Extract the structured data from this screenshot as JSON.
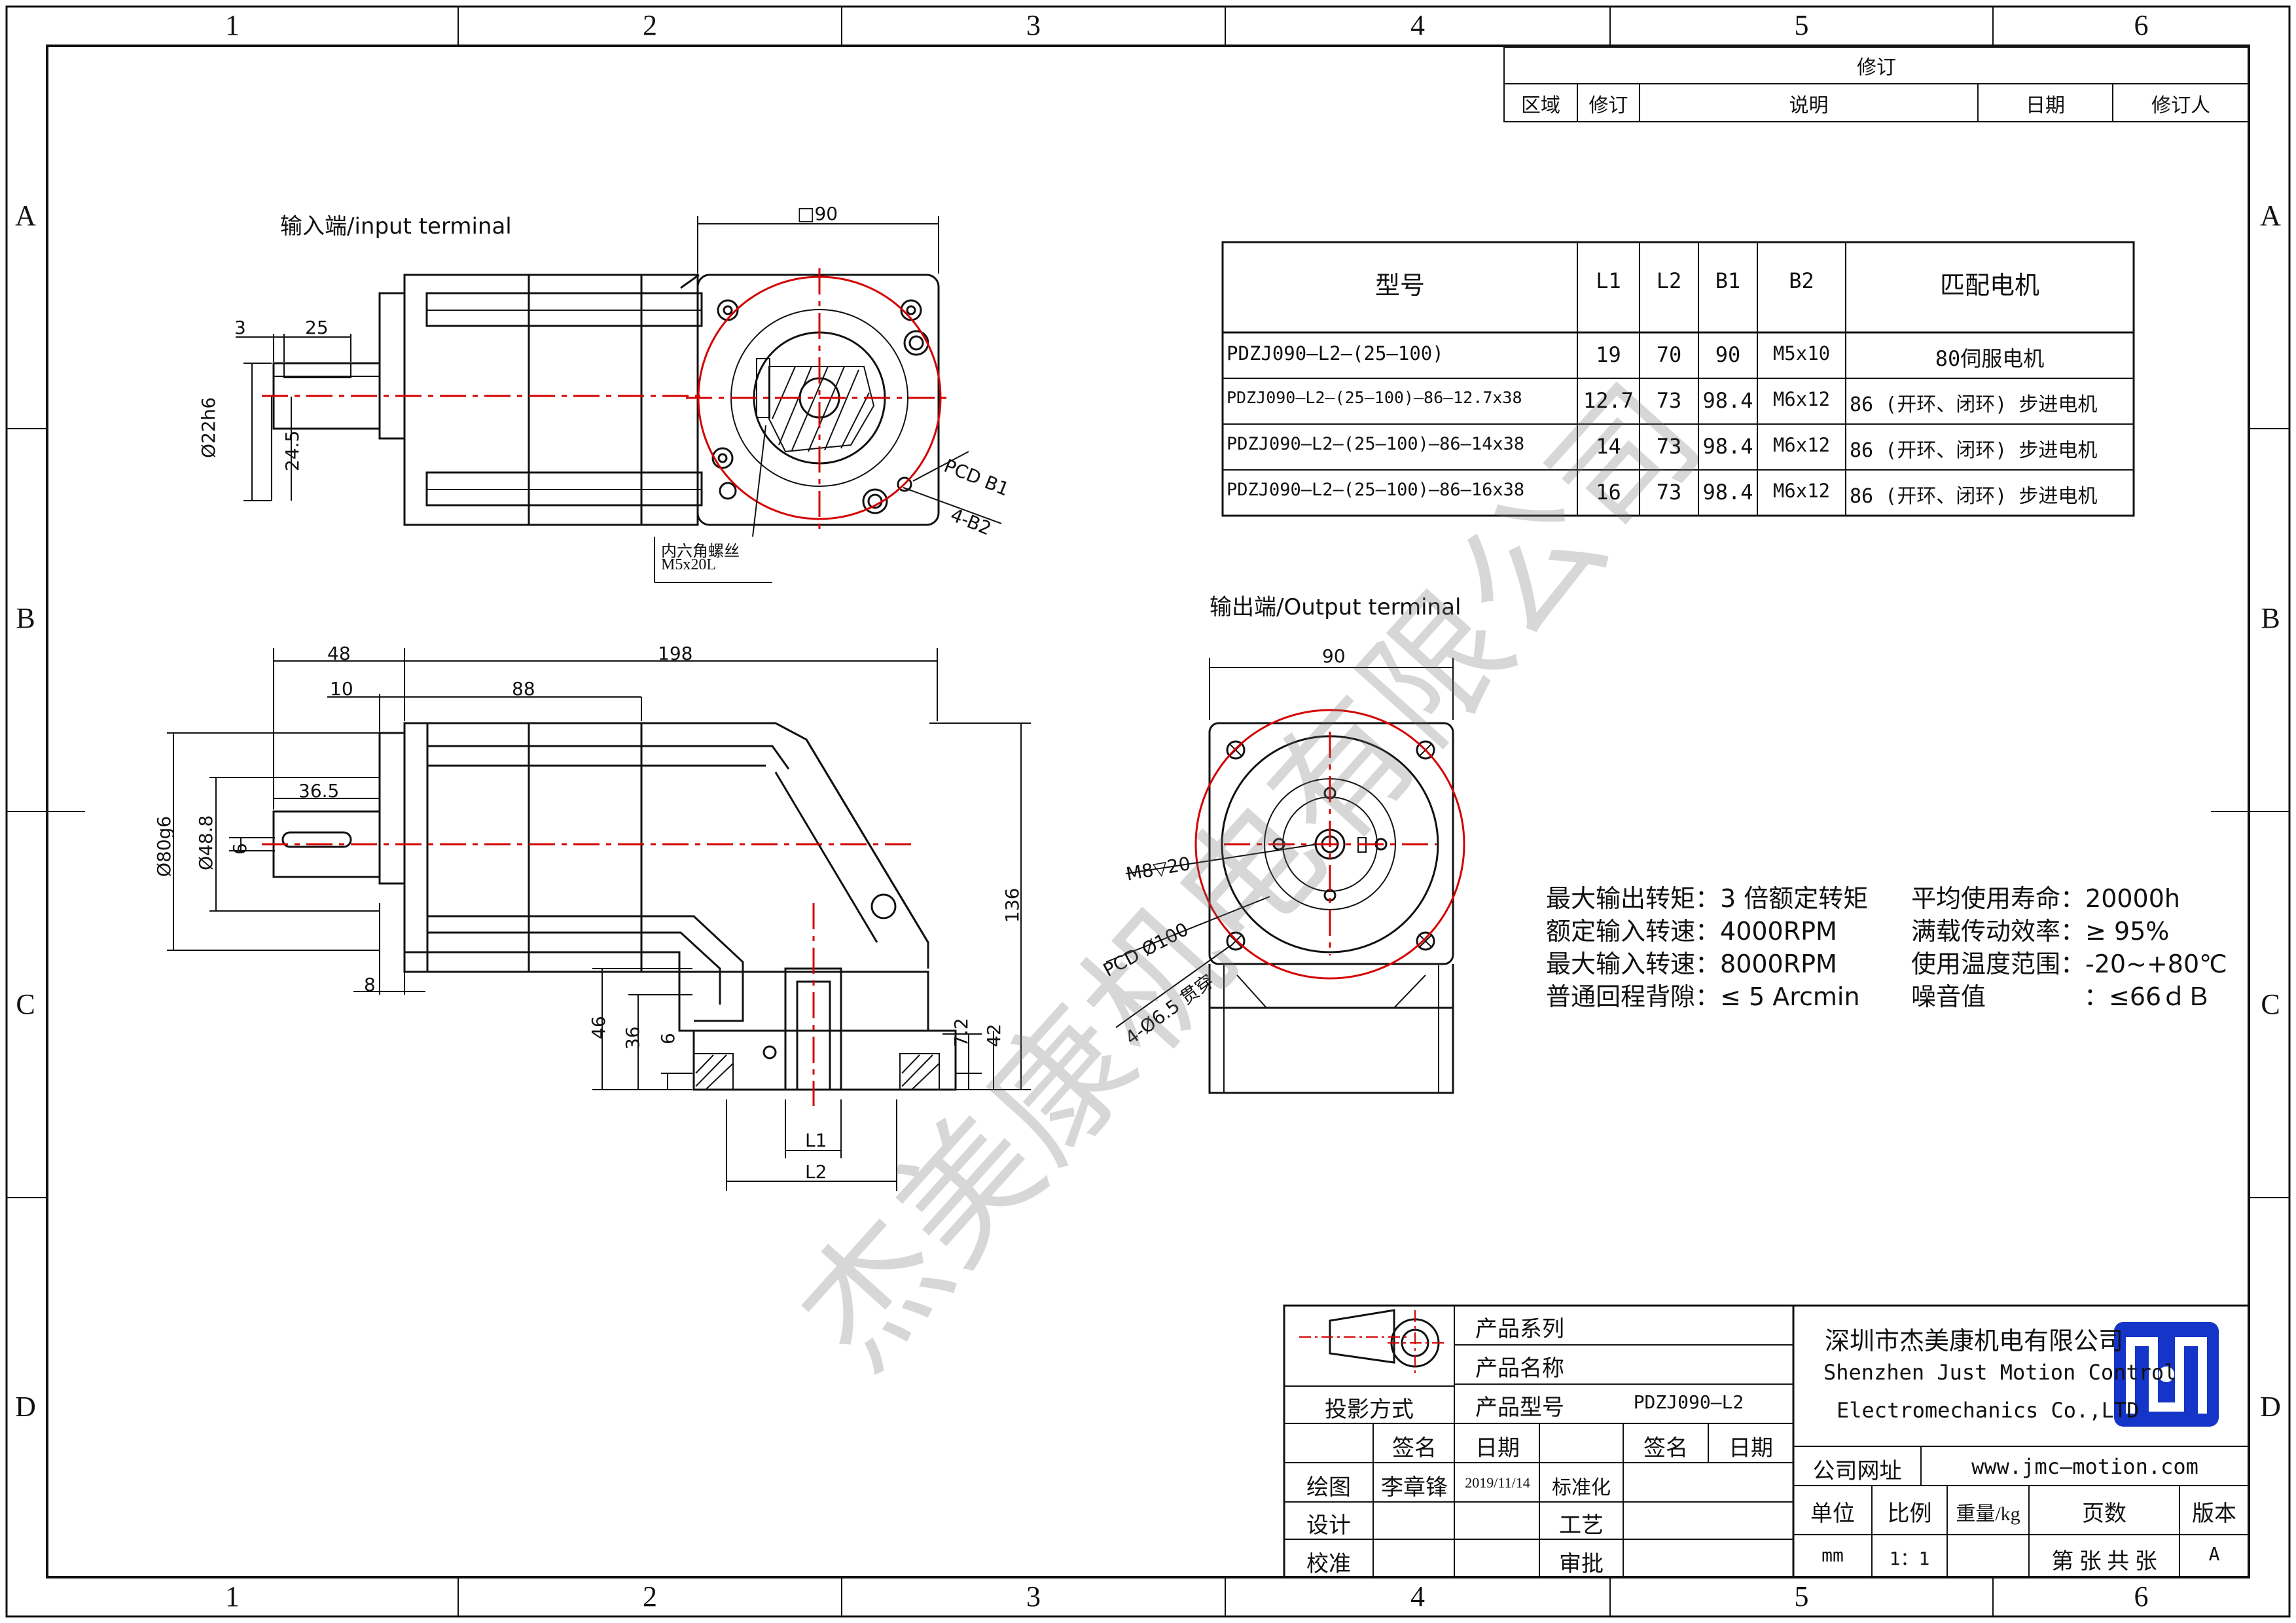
{
  "border": {
    "columns": [
      "1",
      "2",
      "3",
      "4",
      "5",
      "6"
    ],
    "rows": [
      "A",
      "B",
      "C",
      "D"
    ]
  },
  "revision": {
    "title": "修订",
    "headers": [
      "区域",
      "修订",
      "说明",
      "日期",
      "修订人"
    ]
  },
  "views": {
    "input_title": "输入端/input terminal",
    "output_title": "输出端/Output terminal"
  },
  "dims": {
    "input_square": "□90",
    "input_3": "3",
    "input_25": "25",
    "input_d22": "Ø22h6",
    "input_245": "24.5",
    "pcd_b1": "PCD B1",
    "b2": "4-B2",
    "screw_line1": "内六角螺丝",
    "screw_line2": "M5x20L",
    "d48": "48",
    "d10": "10",
    "d198": "198",
    "d88": "88",
    "d365": "36.5",
    "d80g6": "Ø80g6",
    "d488": "Ø48.8",
    "d6a": "6",
    "d8": "8",
    "d136": "136",
    "d46": "46",
    "d36": "36",
    "d6b": "6",
    "d72": "7.2",
    "d42": "42",
    "l1": "L1",
    "l2": "L2",
    "out90": "90",
    "m8": "M8▽20",
    "pcd100": "PCD Ø100",
    "holes": "4-Ø6.5 贯穿"
  },
  "watermark": "杰美康机电有限公司",
  "model_table": {
    "headers": [
      "型号",
      "L1",
      "L2",
      "B1",
      "B2",
      "匹配电机"
    ],
    "rows": [
      [
        "PDZJ090—L2—(25—100)",
        "19",
        "70",
        "90",
        "M5x10",
        "80伺服电机"
      ],
      [
        "PDZJ090—L2—(25—100)—86—12.7x38",
        "12.7",
        "73",
        "98.4",
        "M6x12",
        "86 (开环、闭环) 步进电机"
      ],
      [
        "PDZJ090—L2—(25—100)—86—14x38",
        "14",
        "73",
        "98.4",
        "M6x12",
        "86 (开环、闭环) 步进电机"
      ],
      [
        "PDZJ090—L2—(25—100)—86—16x38",
        "16",
        "73",
        "98.4",
        "M6x12",
        "86 (开环、闭环) 步进电机"
      ]
    ]
  },
  "specs": [
    {
      "label": "最大输出转矩",
      "value": "3 倍额定转矩"
    },
    {
      "label": "额定输入转速",
      "value": "4000RPM"
    },
    {
      "label": "最大输入转速",
      "value": "8000RPM"
    },
    {
      "label": "普通回程背隙",
      "value": "≤ 5 Arcmin"
    },
    {
      "label": "平均使用寿命",
      "value": "20000h"
    },
    {
      "label": "满载传动效率",
      "value": "≥   95%"
    },
    {
      "label": "使用温度范围",
      "value": "-20~+80℃"
    },
    {
      "label": "噪音值",
      "value": "≤66ｄＢ"
    }
  ],
  "title_block": {
    "product_series_label": "产品系列",
    "product_name_label": "产品名称",
    "projection_label": "投影方式",
    "product_model_label": "产品型号",
    "product_model": "PDZJ090—L2",
    "sign_label": "签名",
    "date_label": "日期",
    "sign_label2": "签名",
    "date_label2": "日期",
    "draw_label": "绘图",
    "drawer": "李章锋",
    "draw_date": "2019/11/14",
    "standard_label": "标准化",
    "design_label": "设计",
    "process_label": "工艺",
    "check_label": "校准",
    "approve_label": "审批",
    "company_cn": "深圳市杰美康机电有限公司",
    "company_en1": "Shenzhen Just Motion Control",
    "company_en2": "Electromechanics Co.,LTD",
    "website_label": "公司网址",
    "website": "www.jmc—motion.com",
    "unit_label": "单位",
    "scale_label": "比例",
    "weight_label": "重量/kg",
    "pages_label": "页数",
    "version_label": "版本",
    "unit": "mm",
    "scale": "1：1",
    "pages": "第 张 共 张",
    "version": "A"
  },
  "colors": {
    "line": "#111111",
    "center": "#d40000",
    "logo": "#1535c8"
  }
}
